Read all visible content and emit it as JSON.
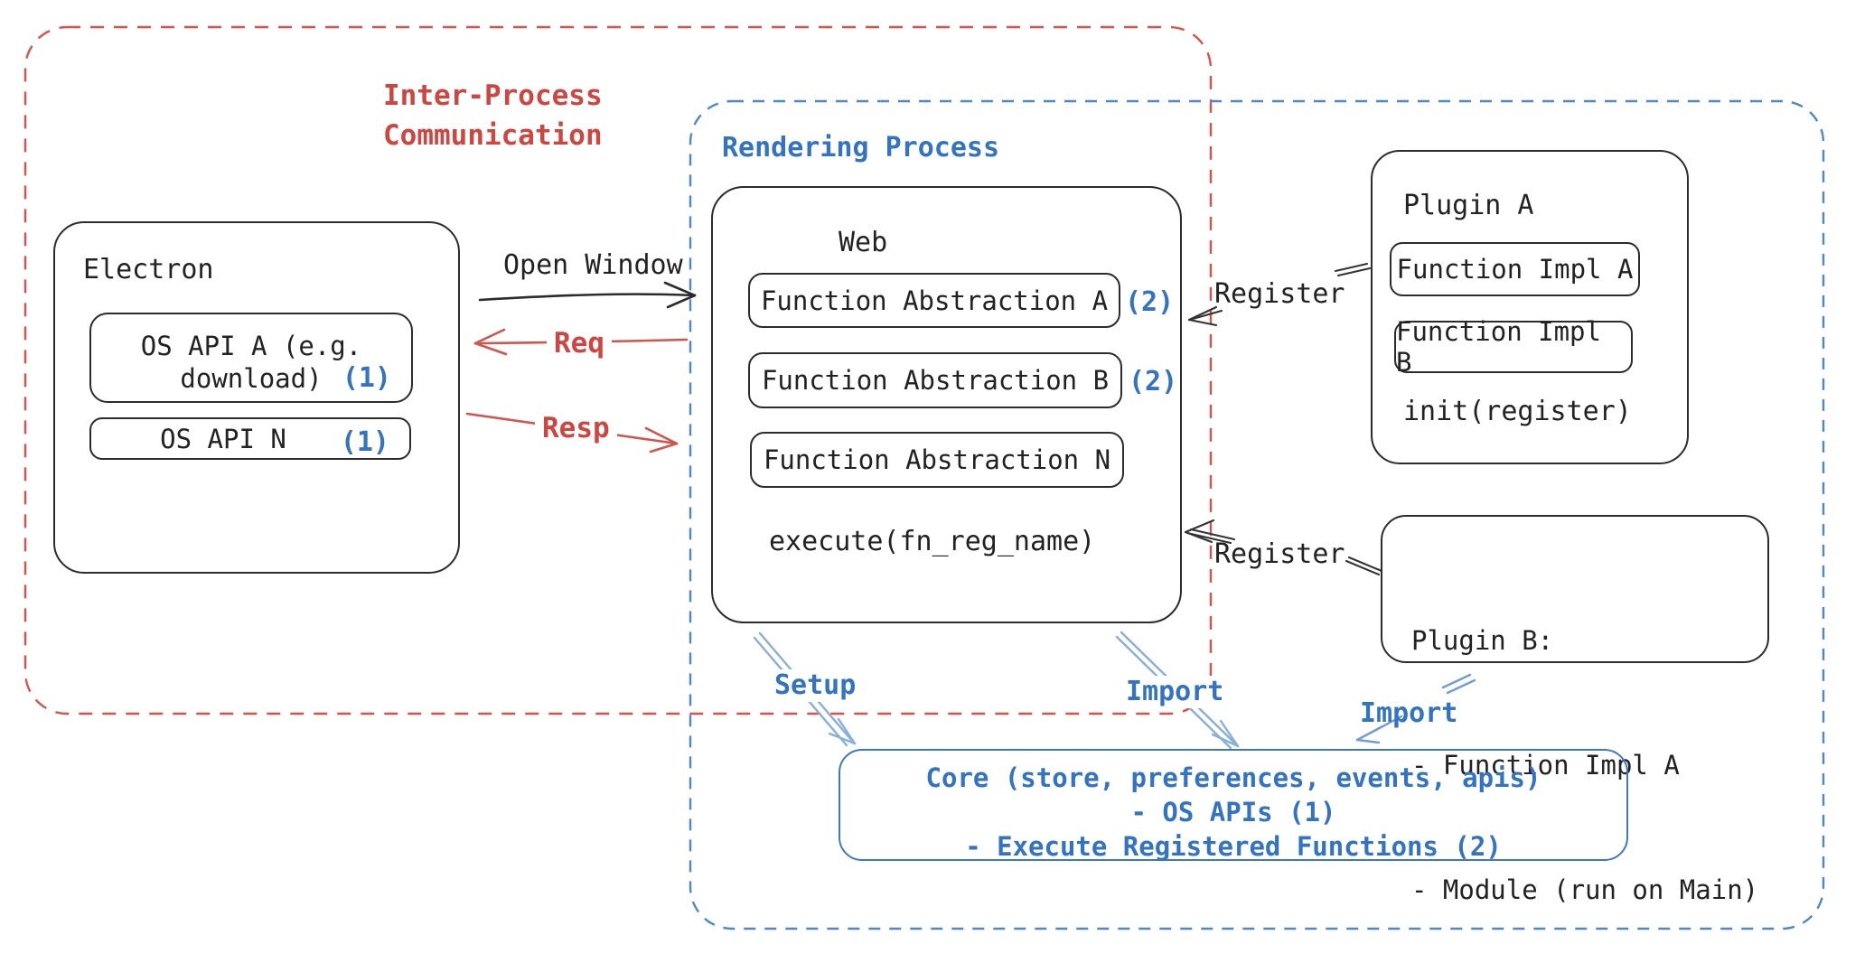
{
  "colors": {
    "stroke_black": "#2b2b2b",
    "accent_red": "#cf4540",
    "accent_blue": "#3273c4",
    "dashed_red": "#dd5048",
    "dashed_blue": "#4d87cc",
    "arrow_light_blue": "#86aede"
  },
  "regions": {
    "ipc": {
      "title": "Inter-Process\nCommunication"
    },
    "rendering": {
      "title": "Rendering Process"
    }
  },
  "electron": {
    "title": "Electron",
    "api_a": {
      "line1": "OS API A (e.g.",
      "line2": "download)",
      "tag": "(1)"
    },
    "api_n": {
      "label": "OS API N",
      "tag": "(1)"
    }
  },
  "web": {
    "title": "Web",
    "rows": [
      {
        "label": "Function Abstraction A",
        "tag": "(2)"
      },
      {
        "label": "Function Abstraction B",
        "tag": "(2)"
      },
      {
        "label": "Function Abstraction N",
        "tag": ""
      }
    ],
    "footer": "execute(fn_reg_name)"
  },
  "plugin_a": {
    "title": "Plugin A",
    "impl_a": "Function Impl A",
    "impl_b": "Function Impl B",
    "footer": "init(register)"
  },
  "plugin_b": {
    "line1": "Plugin B:",
    "line2": "- Function Impl A",
    "line3": "- Module (run on Main)"
  },
  "core": {
    "line1": "Core (store, preferences, events, apis)",
    "line2": "- OS APIs (1)",
    "line3": "- Execute Registered Functions (2)"
  },
  "labels": {
    "open_window": "Open Window",
    "req": "Req",
    "resp": "Resp",
    "register_a": "Register",
    "register_b": "Register",
    "setup": "Setup",
    "import_web": "Import",
    "import_plugin": "Import"
  }
}
